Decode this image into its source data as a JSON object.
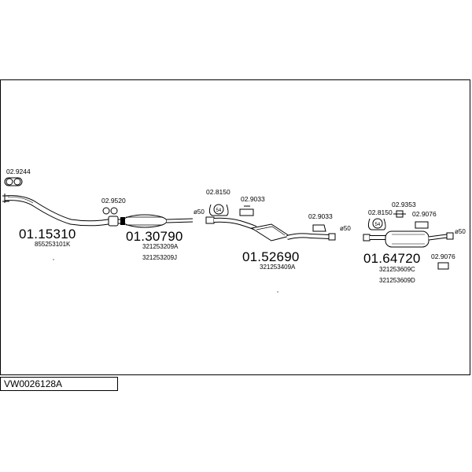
{
  "diagram_code": "VW0026128A",
  "parts": [
    {
      "number": "01.15310",
      "refs": [
        "855253101K"
      ]
    },
    {
      "number": "01.30790",
      "refs": [
        "321253209A",
        "321253209J"
      ]
    },
    {
      "number": "01.52690",
      "refs": [
        "321253409A"
      ]
    },
    {
      "number": "01.64720",
      "refs": [
        "321253609C",
        "321253609D"
      ]
    }
  ],
  "accessories": [
    "02.9244",
    "02.9520",
    "02.8150",
    "02.9033",
    "02.9033",
    "02.8150",
    "02.9353",
    "02.9076",
    "02.9076"
  ],
  "diameters": [
    "ø50",
    "ø50",
    "ø50"
  ],
  "clamp_marks": [
    "54",
    "54"
  ]
}
